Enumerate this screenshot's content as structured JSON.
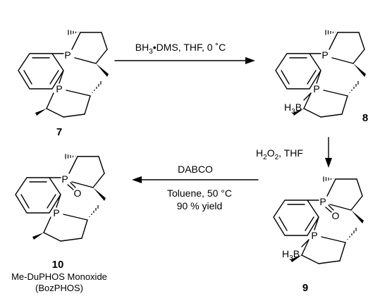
{
  "atoms": {
    "phosphorus": "P",
    "oxygen": "O",
    "boron_prefix": "H",
    "boron_sub": "3",
    "boron_suffix": "B"
  },
  "compounds": {
    "c7": {
      "number": "7"
    },
    "c8": {
      "number": "8"
    },
    "c9": {
      "number": "9"
    },
    "c10": {
      "number": "10",
      "name_line1": "Me-DuPHOS Monoxide",
      "name_line2": "(BozPHOS)"
    }
  },
  "steps": {
    "step1": {
      "reagent_part1": "BH",
      "reagent_sub": "3",
      "reagent_part2": "•DMS, THF, 0 ˚C"
    },
    "step2": {
      "reagent_part1": "H",
      "reagent_sub1": "2",
      "reagent_part2": "O",
      "reagent_sub2": "2",
      "reagent_part3": ", THF"
    },
    "step3": {
      "above": "DABCO",
      "below_line1": "Toluene, 50 °C",
      "below_line2": "90 % yield"
    }
  }
}
